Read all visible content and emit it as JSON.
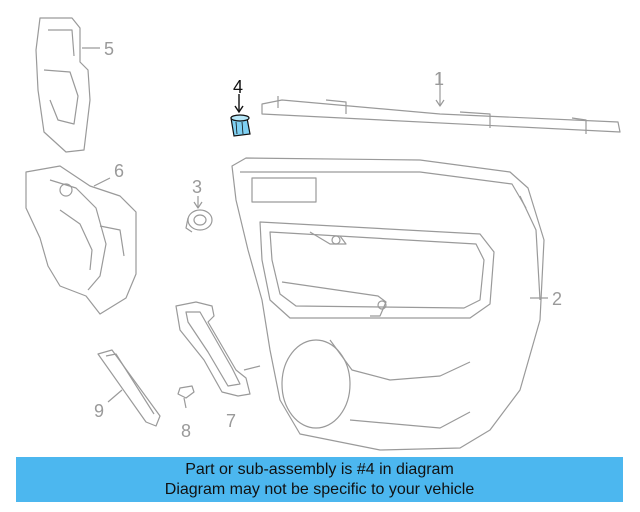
{
  "callouts": {
    "c1": "1",
    "c2": "2",
    "c3": "3",
    "c4": "4",
    "c5": "5",
    "c6": "6",
    "c7": "7",
    "c8": "8",
    "c9": "9"
  },
  "highlighted_part": "4",
  "colors": {
    "line": "#9a9a9a",
    "highlight_line": "#111111",
    "highlight_fill": "#7fd0f2",
    "banner": "#4cb7ef"
  },
  "banner": {
    "line1": "Part or sub-assembly is #4 in diagram",
    "line2": "Diagram may not be specific to your vehicle"
  }
}
